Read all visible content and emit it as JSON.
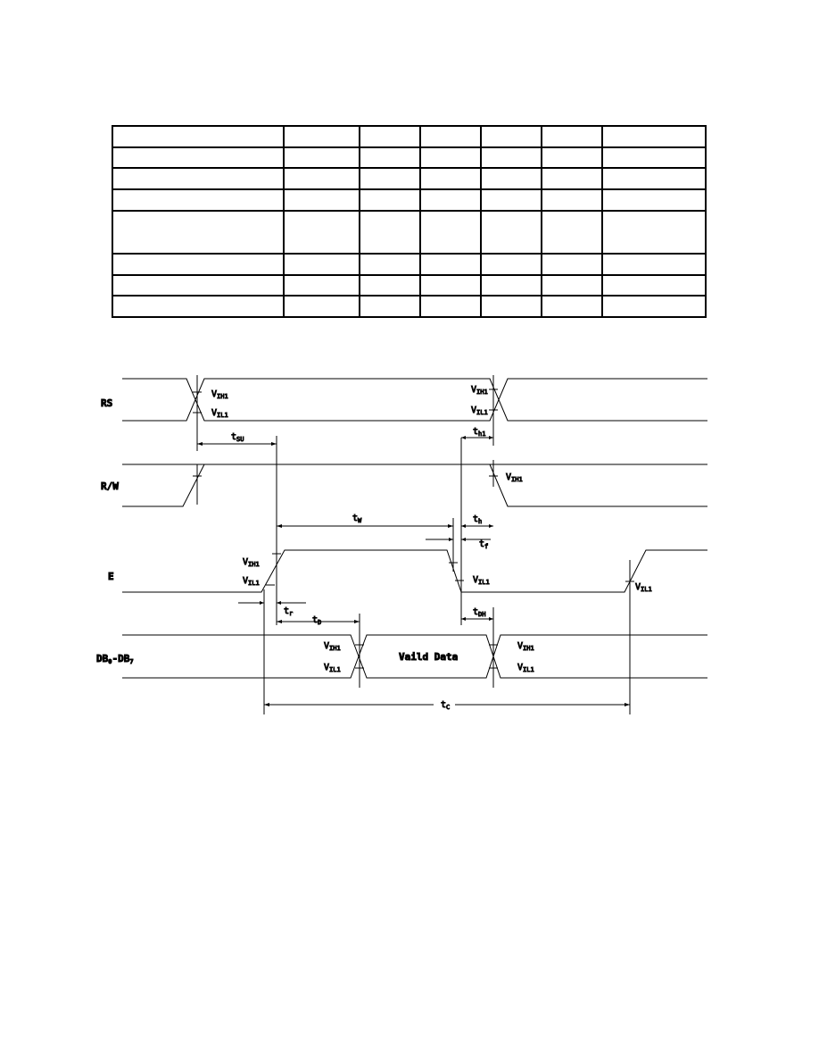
{
  "signals": {
    "rs": "RS",
    "rw": "R/W",
    "e": "E",
    "db": {
      "main": "DB",
      "sub1": "0",
      "dash": "-DB",
      "sub2": "7"
    }
  },
  "labels": {
    "vih": "IH1",
    "vil": "IL1",
    "v": "V",
    "t": "t",
    "su": "SU",
    "h1": "h1",
    "w": "W",
    "h": "h",
    "r": "r",
    "f": "f",
    "d": "D",
    "dh": "DH",
    "c": "C",
    "valid_data": "Vaild Data"
  }
}
